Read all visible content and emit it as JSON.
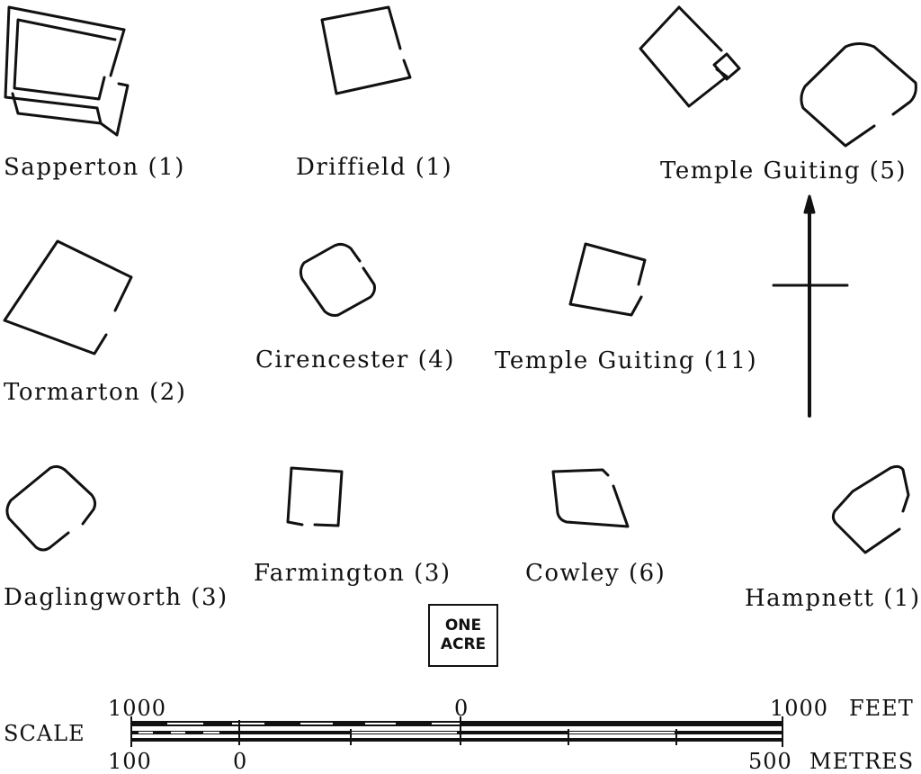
{
  "sites": [
    {
      "id": "sapperton",
      "label": "Sapperton (1)"
    },
    {
      "id": "driffield",
      "label": "Driffield (1)"
    },
    {
      "id": "temple-guiting-5",
      "label": "Temple Guiting (5)"
    },
    {
      "id": "tormarton",
      "label": "Tormarton (2)"
    },
    {
      "id": "cirencester",
      "label": "Cirencester (4)"
    },
    {
      "id": "temple-guiting-11",
      "label": "Temple Guiting (11)"
    },
    {
      "id": "daglingworth",
      "label": "Daglingworth (3)"
    },
    {
      "id": "farmington",
      "label": "Farmington (3)"
    },
    {
      "id": "cowley",
      "label": "Cowley (6)"
    },
    {
      "id": "hampnett",
      "label": "Hampnett (1)"
    }
  ],
  "acre_box": {
    "line1": "ONE",
    "line2": "ACRE"
  },
  "scale": {
    "label": "SCALE",
    "feet": {
      "left": "1000",
      "mid": "0",
      "right": "1000",
      "unit": "FEET"
    },
    "metres": {
      "left": "100",
      "mid": "0",
      "right": "500",
      "unit": "METRES"
    }
  },
  "colors": {
    "ink": "#111111",
    "paper": "#ffffff"
  }
}
